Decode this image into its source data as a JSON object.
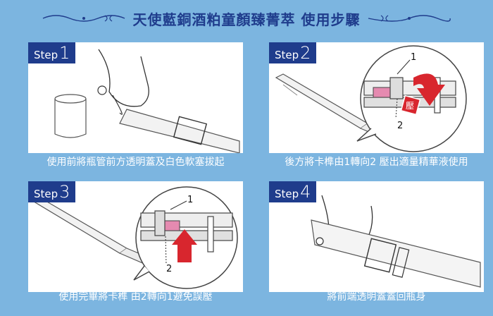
{
  "title": "天使藍銅酒粕童顏臻菁萃 使用步驟",
  "steps": [
    {
      "word": "Step",
      "num": "1",
      "caption": "使用前將瓶管前方透明蓋及白色軟塞拔起"
    },
    {
      "word": "Step",
      "num": "2",
      "caption": "後方將卡榫由1轉向2 壓出適量精華液使用",
      "marker1": "1",
      "marker2": "2",
      "press": "壓"
    },
    {
      "word": "Step",
      "num": "3",
      "caption": "使用完畢將卡榫 由2轉向1避免誤壓",
      "marker1": "1",
      "marker2": "2"
    },
    {
      "word": "Step",
      "num": "4",
      "caption": "將前端透明蓋蓋回瓶身"
    }
  ],
  "colors": {
    "background": "#7cb5e0",
    "accent": "#1f3c8c",
    "arrow": "#d8262e",
    "slot": "#e58ab0"
  }
}
